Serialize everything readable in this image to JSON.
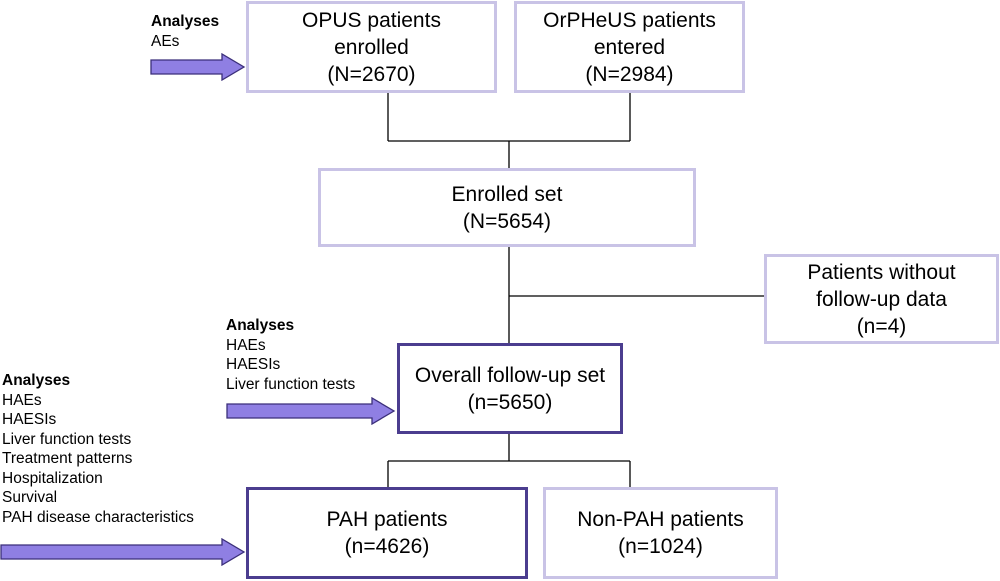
{
  "boxes": {
    "opus": {
      "line1": "OPUS patients",
      "line2": "enrolled",
      "line3": "(N=2670)"
    },
    "orpheus": {
      "line1": "OrPHeUS patients",
      "line2": "entered",
      "line3": "(N=2984)"
    },
    "enrolled": {
      "line1": "Enrolled set",
      "line2": "(N=5654)"
    },
    "without_followup": {
      "line1": "Patients without",
      "line2": "follow-up data",
      "line3": "(n=4)"
    },
    "overall": {
      "line1": "Overall follow-up set",
      "line2": "(n=5650)"
    },
    "pah": {
      "line1": "PAH patients",
      "line2": "(n=4626)"
    },
    "non_pah": {
      "line1": "Non-PAH patients",
      "line2": "(n=1024)"
    }
  },
  "annotations": {
    "top": {
      "heading": "Analyses",
      "items": [
        "AEs"
      ]
    },
    "middle": {
      "heading": "Analyses",
      "items": [
        "HAEs",
        "HAESIs",
        "Liver function tests"
      ]
    },
    "bottom": {
      "heading": "Analyses",
      "items": [
        "HAEs",
        "HAESIs",
        "Liver function tests",
        "Treatment patterns",
        "Hospitalization",
        "Survival",
        "PAH disease characteristics"
      ]
    }
  },
  "colors": {
    "light_border": "#c9c3e6",
    "dark_border": "#4b3d8f",
    "arrow": "#8f7fe3"
  }
}
